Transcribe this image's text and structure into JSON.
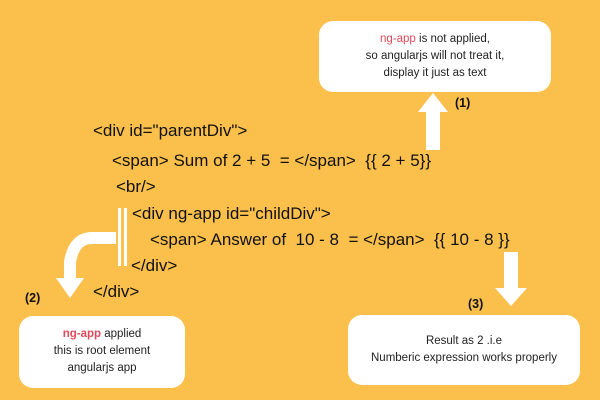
{
  "code": {
    "lines": [
      "<div id=\"parentDiv\">",
      "<span> Sum of 2 + 5  = </span>  {{ 2 + 5}}",
      "<br/>",
      "<div ng-app id=\"childDiv\">",
      "<span> Answer of  10 - 8  = </span>  {{ 10 - 8 }}",
      "</div>",
      "</div>"
    ]
  },
  "callouts": {
    "top": {
      "number": "(1)",
      "keyword": "ng-app",
      "line1_rest": " is not applied,",
      "line2": "so angularjs will not treat it,",
      "line3": "display it just as text"
    },
    "left": {
      "number": "(2)",
      "keyword": "ng-app",
      "line1_rest": " applied",
      "line2": "this is root element",
      "line3": "angularjs app"
    },
    "right": {
      "number": "(3)",
      "line1": "Result as 2 .i.e",
      "line2": "Numberic expression works properly"
    }
  },
  "colors": {
    "background": "#FBBF4C",
    "keyword": "#e2495a",
    "box": "#ffffff",
    "arrow": "#ffffff"
  }
}
